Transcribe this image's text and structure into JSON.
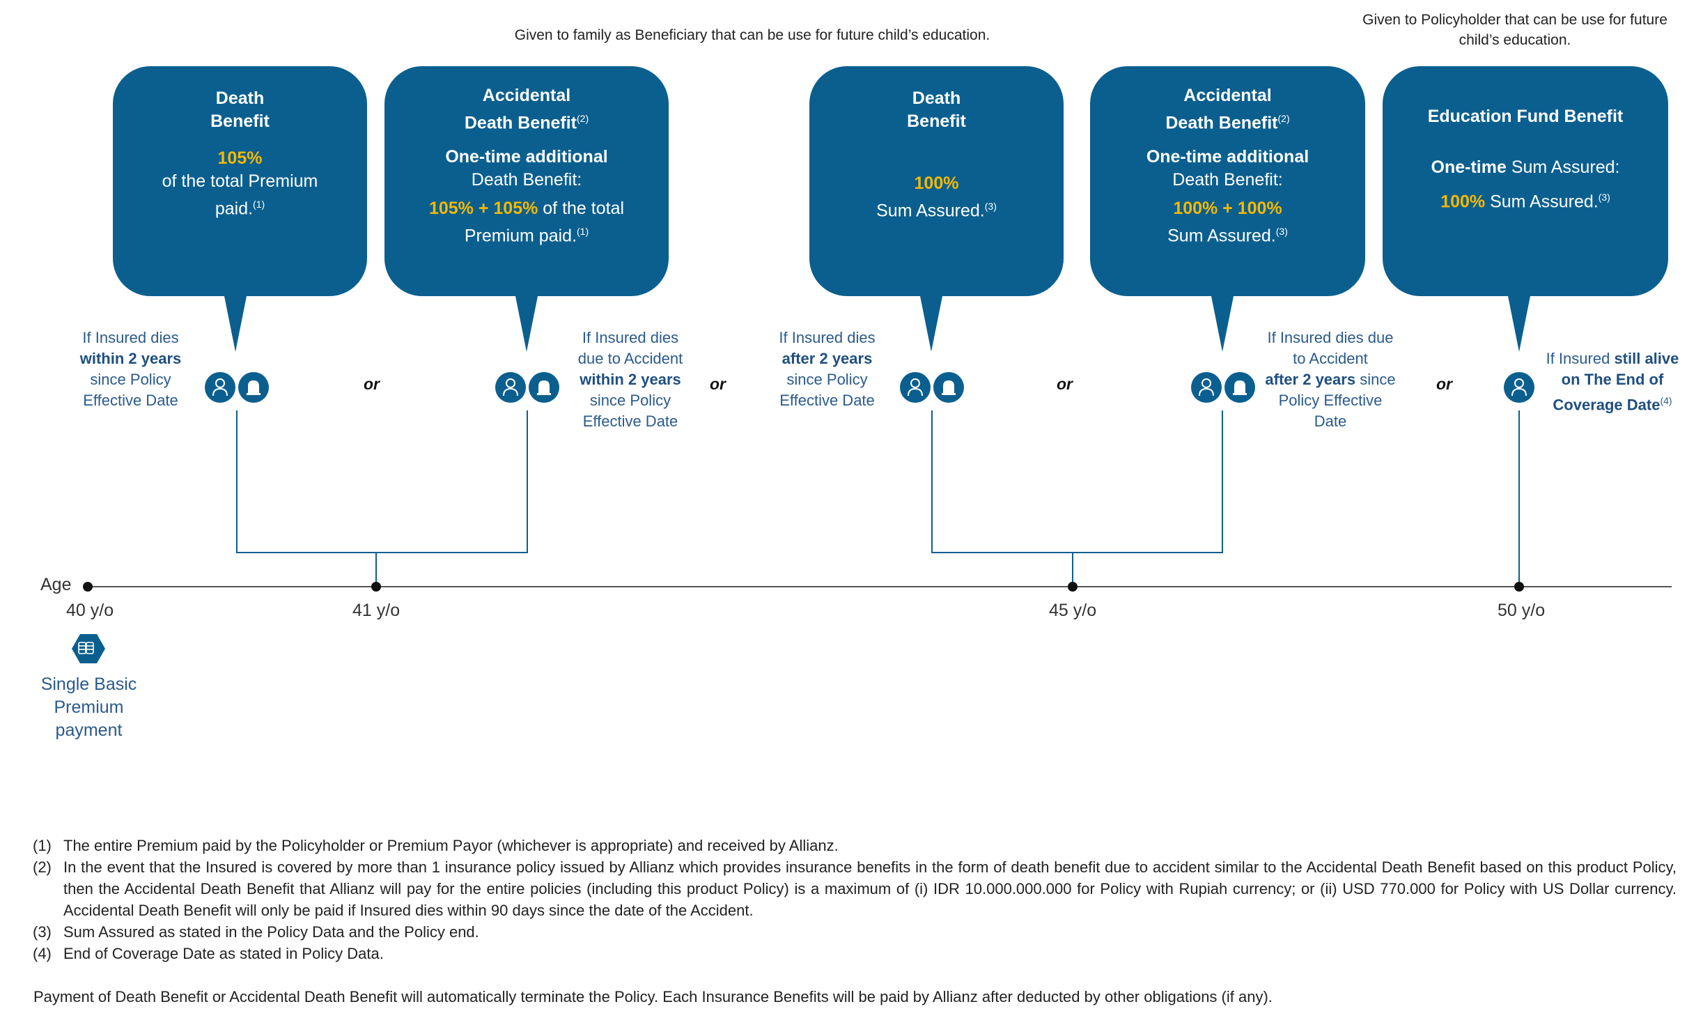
{
  "notes": {
    "beneficiary": "Given to family as Beneficiary that can be use for future child’s education.",
    "policyholder": "Given to Policyholder that can be use for future child’s education."
  },
  "bubbles": {
    "b1": {
      "title1": "Death",
      "title2": "Benefit",
      "pct": "105%",
      "line1": "of the total Premium",
      "line2": "paid.",
      "sup": "(1)"
    },
    "b2": {
      "title1": "Accidental",
      "title2": "Death Benefit",
      "title_sup": "(2)",
      "bold_line": "One-time additional",
      "line1": "Death Benefit:",
      "pct": "105% + 105%",
      "line2": " of the total",
      "line3": "Premium paid.",
      "sup": "(1)"
    },
    "b3": {
      "title1": "Death",
      "title2": "Benefit",
      "pct": "100%",
      "line1": "Sum Assured.",
      "sup": "(3)"
    },
    "b4": {
      "title1": "Accidental",
      "title2": "Death Benefit",
      "title_sup": "(2)",
      "bold_line": "One-time additional",
      "line1": "Death Benefit:",
      "pct": "100% + 100%",
      "line2": "Sum Assured.",
      "sup": "(3)"
    },
    "b5": {
      "title": "Education Fund Benefit",
      "bold_part": "One-time",
      "rest": " Sum Assured:",
      "pct": "100%",
      "line2": " Sum Assured.",
      "sup": "(3)"
    }
  },
  "conditions": {
    "c1": {
      "l1": "If Insured dies",
      "l2": "within 2 years",
      "l3": "since Policy",
      "l4": "Effective Date"
    },
    "c2": {
      "l1": "If Insured dies",
      "l2": "due to Accident",
      "l3": "within 2 years",
      "l4": "since Policy",
      "l5": "Effective Date"
    },
    "c3": {
      "l1": "If Insured dies",
      "l2": "after 2 years",
      "l3": "since Policy",
      "l4": "Effective Date"
    },
    "c4": {
      "l1": "If Insured dies due",
      "l2": "to Accident",
      "l3": "after 2 years",
      "l3b": " since",
      "l4": "Policy Effective",
      "l5": "Date"
    },
    "c5": {
      "l1": "If Insured ",
      "l1b": "still alive",
      "l2": "on The End of",
      "l3": "Coverage Date",
      "sup": "(4)"
    }
  },
  "or_label": "or",
  "timeline": {
    "age_label": "Age",
    "ages": [
      "40 y/o",
      "41 y/o",
      "45 y/o",
      "50 y/o"
    ]
  },
  "premium": {
    "l1": "Single Basic",
    "l2": "Premium",
    "l3": "payment"
  },
  "footnotes": [
    {
      "num": "(1)",
      "text": "The entire Premium paid by the Policyholder or Premium Payor (whichever is appropriate) and received by Allianz."
    },
    {
      "num": "(2)",
      "text": "In the event that the Insured is covered by more than 1 insurance policy issued by Allianz which provides insurance benefits in the form of death benefit due to accident similar to the Accidental Death Benefit based on this product Policy, then the Accidental Death Benefit that Allianz will pay for the entire policies (including this product Policy) is a maximum of (i) IDR 10.000.000.000 for Policy with Rupiah currency; or (ii) USD 770.000 for Policy with US Dollar currency. Accidental Death Benefit will only be paid if Insured dies within 90 days since the date of the Accident."
    },
    {
      "num": "(3)",
      "text": "Sum Assured as stated in the Policy Data and the Policy end."
    },
    {
      "num": "(4)",
      "text": "End of Coverage Date as stated in Policy Data."
    }
  ],
  "payment_note": "Payment of Death Benefit or Accidental Death Benefit will automatically terminate the Policy. Each Insurance Benefits will be paid by Allianz after deducted by other obligations (if any).",
  "colors": {
    "primary": "#0b5f8f",
    "highlight": "#f5b800",
    "text_blue": "#2a5a8c"
  },
  "icons": [
    "person-icon",
    "bell-icon",
    "coins-icon"
  ]
}
